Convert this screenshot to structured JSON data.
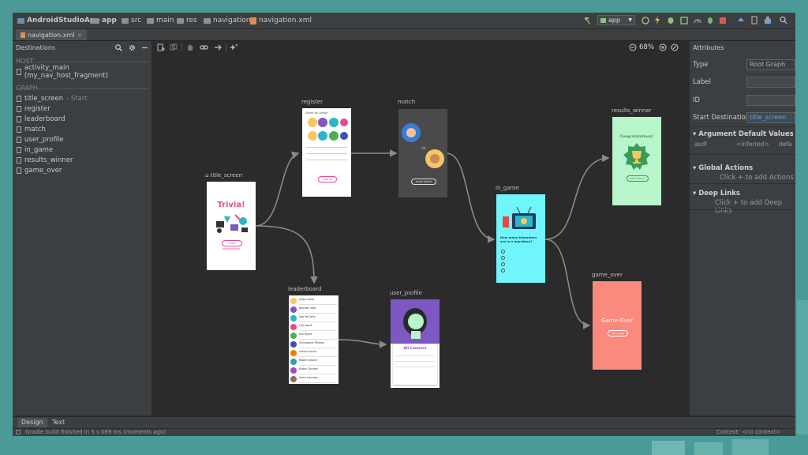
{
  "breadcrumbs": [
    "AndroidStudioApp",
    "app",
    "src",
    "main",
    "res",
    "navigation",
    "navigation.xml"
  ],
  "run_config": "app",
  "editor_tab": "navigation.xml",
  "destinations_panel": {
    "title": "Destinations",
    "host_header": "HOST",
    "host_item": "activity_main (my_nav_host_fragment)",
    "graph_header": "GRAPH",
    "items": [
      {
        "name": "title_screen",
        "suffix": "- Start"
      },
      {
        "name": "register",
        "suffix": ""
      },
      {
        "name": "leaderboard",
        "suffix": ""
      },
      {
        "name": "match",
        "suffix": ""
      },
      {
        "name": "user_profile",
        "suffix": ""
      },
      {
        "name": "in_game",
        "suffix": ""
      },
      {
        "name": "results_winner",
        "suffix": ""
      },
      {
        "name": "game_over",
        "suffix": ""
      }
    ]
  },
  "canvas": {
    "zoom": "68%",
    "destinations": {
      "title_screen": {
        "label": "title_screen",
        "screen_title": "Trivia!",
        "button": "START",
        "color": "#ffffff",
        "accent": "#e64a8c"
      },
      "register": {
        "label": "register",
        "heading": "Select an Avatar",
        "button": "SIGN UP",
        "color": "#ffffff"
      },
      "match": {
        "label": "match",
        "button": "START MATCH",
        "color": "#4a4a4a"
      },
      "in_game": {
        "label": "in_game",
        "question": "How many kilometers are in a marathon?",
        "color": "#6ff5fb"
      },
      "results_winner": {
        "label": "results_winner",
        "heading": "Congratulations!",
        "button": "NEXT MATCH",
        "color": "#b9f5cb"
      },
      "game_over": {
        "label": "game_over",
        "heading": "Game Over",
        "button": "TRY AGAIN",
        "color": "#fb8a7e"
      },
      "leaderboard": {
        "label": "leaderboard",
        "names": [
          "Jordan Rada",
          "Brandon Wolf",
          "Jose McCarty",
          "Lilly Sandt",
          "Eva Reyes",
          "Christopher Pittman",
          "Carolyn Kinsa",
          "Robert Sawyer",
          "Kaden Christen",
          "Justin Lacrosse"
        ],
        "color": "#ffffff"
      },
      "user_profile": {
        "label": "user_profile",
        "name": "Ali Connors",
        "color": "#7d57c2"
      }
    }
  },
  "attributes_panel": {
    "title": "Attributes",
    "type_label": "Type",
    "type_value": "Root Graph",
    "label_label": "Label",
    "id_label": "ID",
    "start_label": "Start Destination",
    "start_value": "title_screen",
    "arg_defaults": "Argument Default Values",
    "arg_name": "asdf",
    "arg_type": "<inferred>",
    "arg_default": "defa",
    "global_actions": "Global Actions",
    "global_hint": "Click + to add Actions",
    "deep_links": "Deep Links",
    "deep_hint": "Click + to add Deep Links"
  },
  "bottom_tabs": [
    "Design",
    "Text"
  ],
  "status_text": "Gradle build finished in 5 s 069 ms (moments ago)",
  "status_right": "Context: <no context>"
}
